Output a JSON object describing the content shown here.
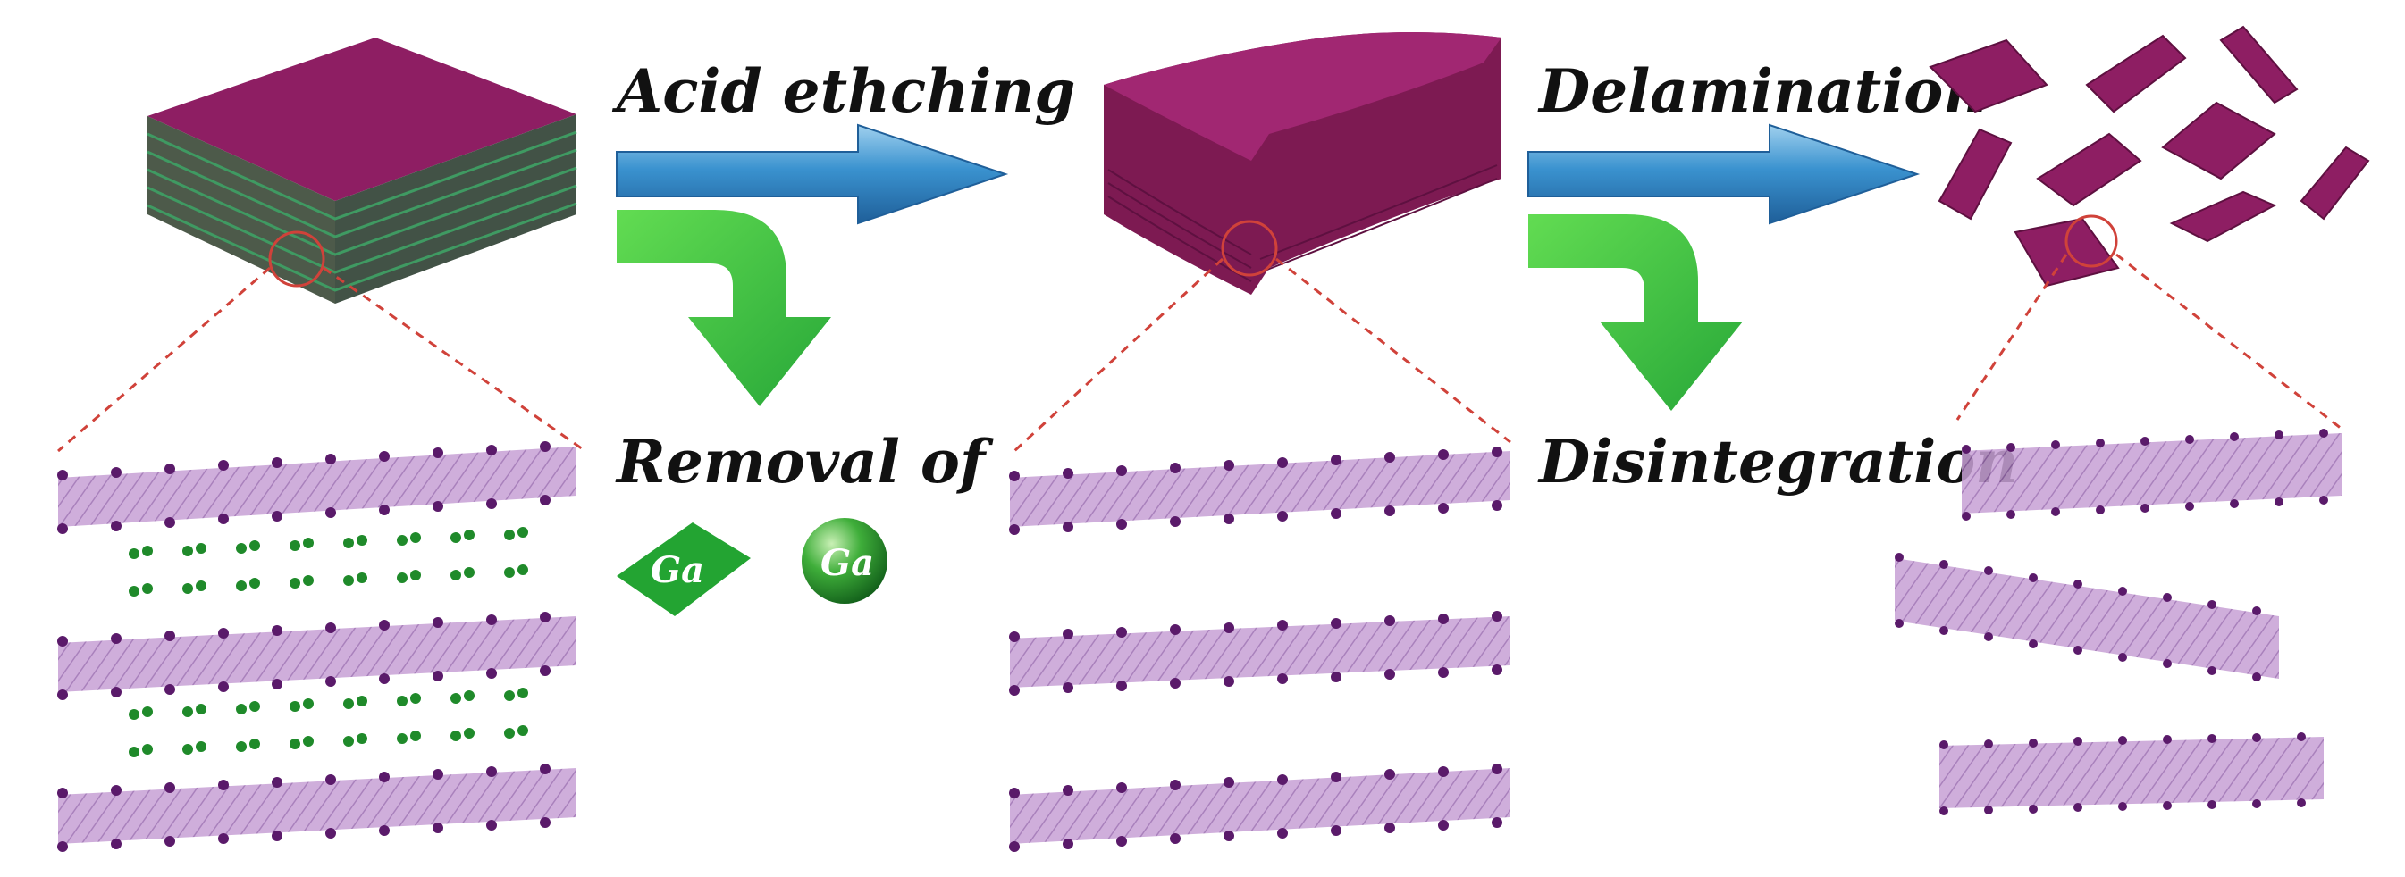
{
  "labels": {
    "step1": "Acid ethching",
    "step1_byproduct": "Removal of",
    "step2": "Delamination",
    "step2_byproduct": "Disintegration"
  },
  "ga_labels": {
    "diamond": "Ga",
    "sphere": "Ga"
  },
  "colors": {
    "block_top": "#8e1e63",
    "block_side": "#4a5a4c",
    "block_stripe": "#3a8f5a",
    "etched_block": "#8a1f5c",
    "flake": "#8e1e63",
    "layer_fill": "#c9a2d6",
    "layer_atom": "#5a1a6a",
    "ga_atom": "#1f8a2a",
    "blue_arrow": "#2f86c6",
    "green_arrow": "#3cc043",
    "zoom_line": "#d0423a"
  },
  "icons": {
    "main_arrows": "right-arrow-icon",
    "byproduct_arrows": "bent-down-arrow-icon"
  }
}
